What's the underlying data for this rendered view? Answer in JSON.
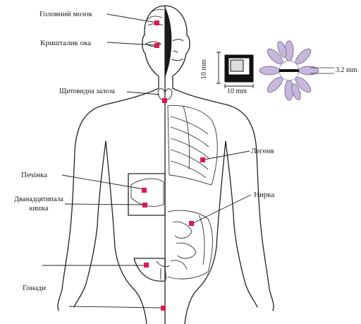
{
  "labels": {
    "brain": "Головний мозок",
    "lens": "Кришталик ока",
    "thyroid": "Щитовидна залоза",
    "lung": "Легеня",
    "liver": "Печінка",
    "duodenum_line1": "Дванадцятипала",
    "duodenum_line2": "кишка",
    "kidney": "Нирка",
    "gonads": "Гонади"
  },
  "chip": {
    "height_label": "10 mm",
    "width_label": "10 mm",
    "scale_label": "3.2 mm"
  },
  "colors": {
    "marker": "#e0174f",
    "line": "#222222",
    "petal": "#b8a6cf"
  }
}
